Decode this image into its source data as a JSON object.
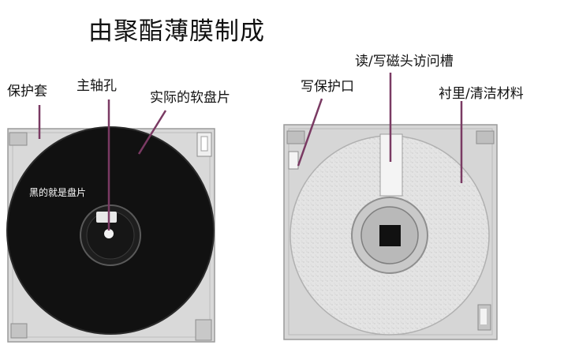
{
  "title": "由聚酯薄膜制成",
  "labels": {
    "jacket": "保护套",
    "spindle_hole": "主轴孔",
    "disk": "实际的软盘片",
    "black_note": "黑的就是盘片",
    "write_protect": "写保护口",
    "head_slot": "读/写磁头访问槽",
    "liner": "衬里/清洁材料"
  }
}
